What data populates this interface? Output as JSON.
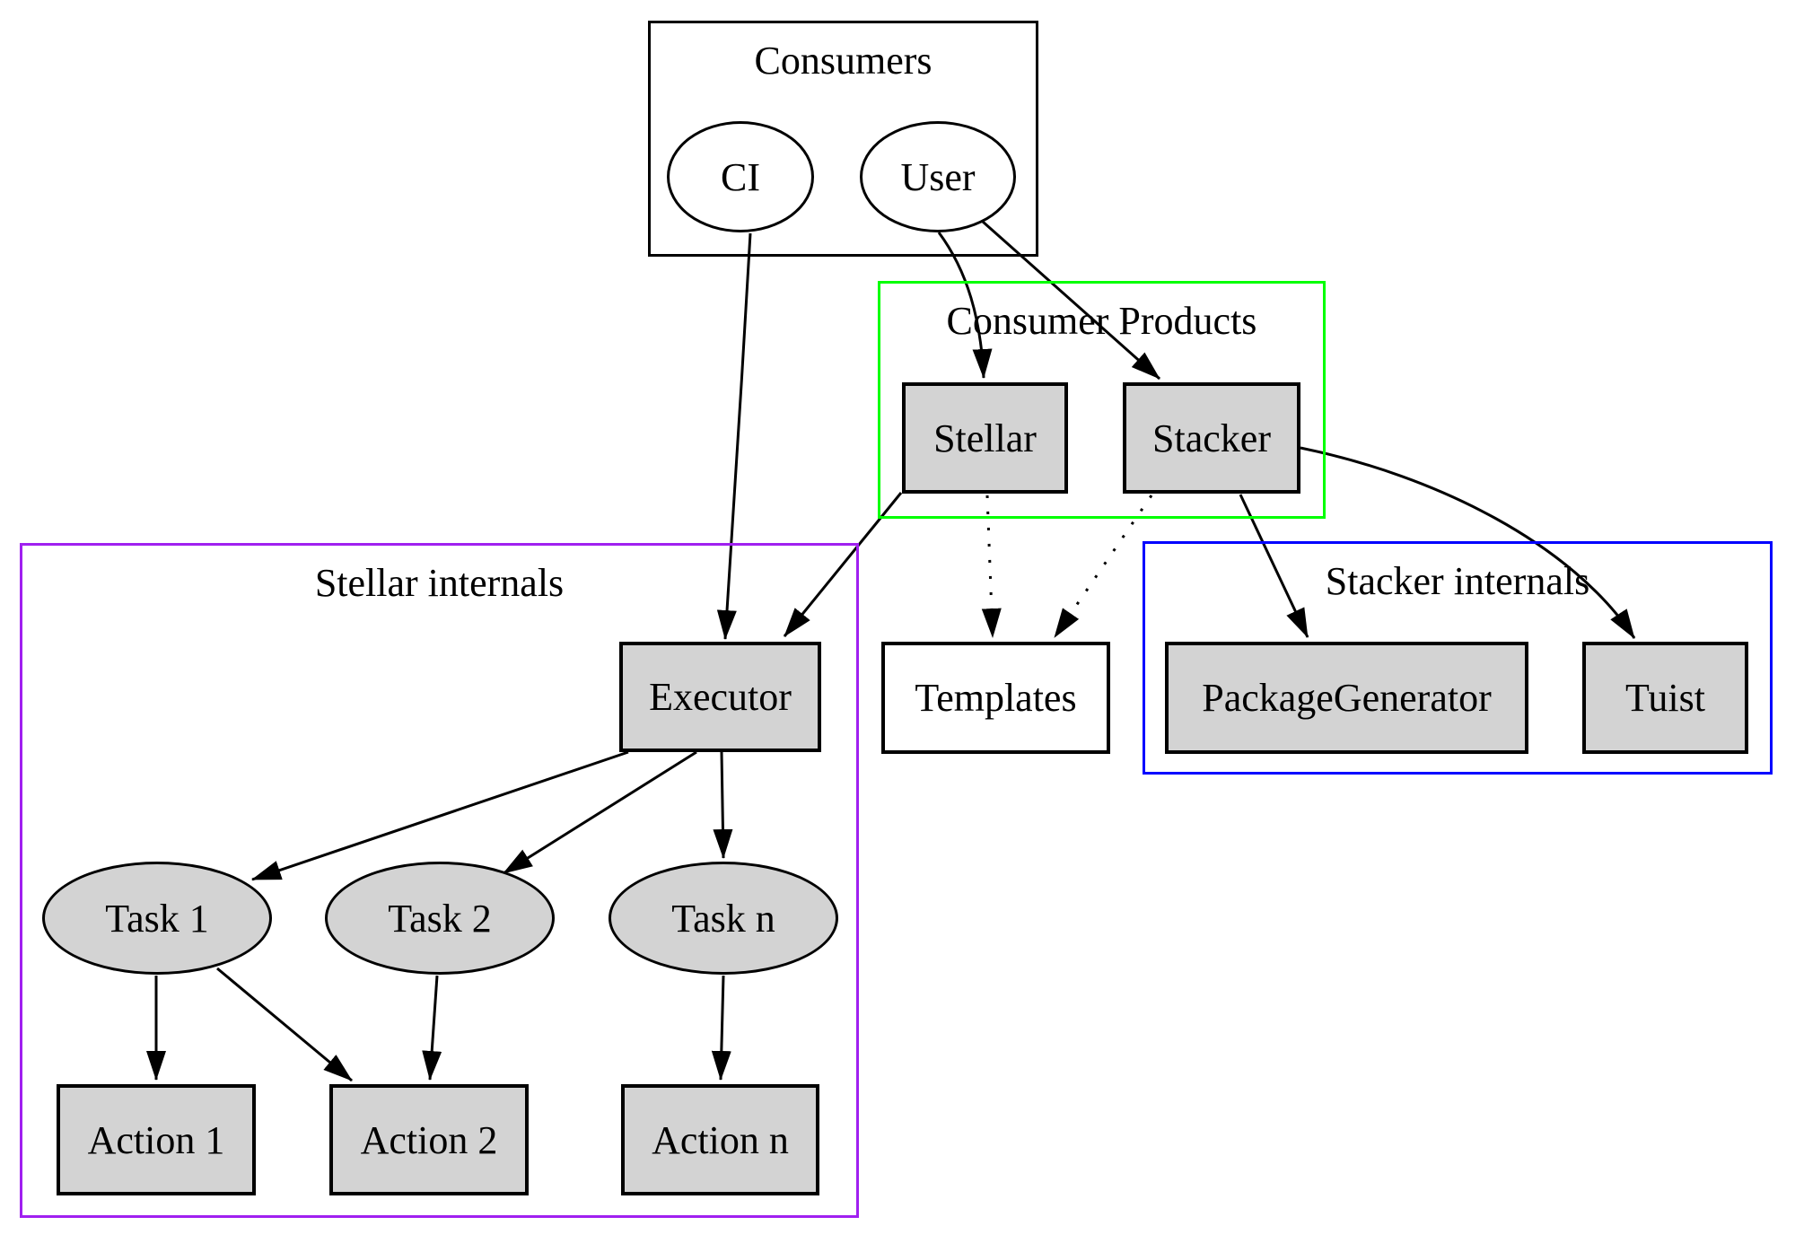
{
  "diagram": {
    "clusters": {
      "consumers": {
        "label": "Consumers",
        "border_color": "#000000"
      },
      "consumer_products": {
        "label": "Consumer Products",
        "border_color": "#00ff00"
      },
      "stellar_internals": {
        "label": "Stellar internals",
        "border_color": "#a020f0"
      },
      "stacker_internals": {
        "label": "Stacker internals",
        "border_color": "#0000ff"
      }
    },
    "nodes": {
      "ci": {
        "label": "CI",
        "shape": "ellipse",
        "fill": "#ffffff"
      },
      "user": {
        "label": "User",
        "shape": "ellipse",
        "fill": "#ffffff"
      },
      "stellar": {
        "label": "Stellar",
        "shape": "box",
        "fill": "#d3d3d3"
      },
      "stacker": {
        "label": "Stacker",
        "shape": "box",
        "fill": "#d3d3d3"
      },
      "executor": {
        "label": "Executor",
        "shape": "box",
        "fill": "#d3d3d3"
      },
      "templates": {
        "label": "Templates",
        "shape": "box",
        "fill": "#ffffff"
      },
      "package_generator": {
        "label": "PackageGenerator",
        "shape": "box",
        "fill": "#d3d3d3"
      },
      "tuist": {
        "label": "Tuist",
        "shape": "box",
        "fill": "#d3d3d3"
      },
      "task1": {
        "label": "Task 1",
        "shape": "ellipse",
        "fill": "#d3d3d3"
      },
      "task2": {
        "label": "Task 2",
        "shape": "ellipse",
        "fill": "#d3d3d3"
      },
      "taskn": {
        "label": "Task n",
        "shape": "ellipse",
        "fill": "#d3d3d3"
      },
      "action1": {
        "label": "Action 1",
        "shape": "box",
        "fill": "#d3d3d3"
      },
      "action2": {
        "label": "Action 2",
        "shape": "box",
        "fill": "#d3d3d3"
      },
      "actionn": {
        "label": "Action n",
        "shape": "box",
        "fill": "#d3d3d3"
      }
    },
    "edges": [
      {
        "from": "ci",
        "to": "executor",
        "style": "solid"
      },
      {
        "from": "user",
        "to": "stellar",
        "style": "solid"
      },
      {
        "from": "user",
        "to": "stacker",
        "style": "solid"
      },
      {
        "from": "stellar",
        "to": "executor",
        "style": "solid"
      },
      {
        "from": "stellar",
        "to": "templates",
        "style": "dotted"
      },
      {
        "from": "stacker",
        "to": "templates",
        "style": "dotted"
      },
      {
        "from": "stacker",
        "to": "package_generator",
        "style": "solid"
      },
      {
        "from": "stacker",
        "to": "tuist",
        "style": "solid"
      },
      {
        "from": "executor",
        "to": "task1",
        "style": "solid"
      },
      {
        "from": "executor",
        "to": "task2",
        "style": "solid"
      },
      {
        "from": "executor",
        "to": "taskn",
        "style": "solid"
      },
      {
        "from": "task1",
        "to": "action1",
        "style": "solid"
      },
      {
        "from": "task1",
        "to": "action2",
        "style": "solid"
      },
      {
        "from": "task2",
        "to": "action2",
        "style": "solid"
      },
      {
        "from": "taskn",
        "to": "actionn",
        "style": "solid"
      }
    ]
  }
}
